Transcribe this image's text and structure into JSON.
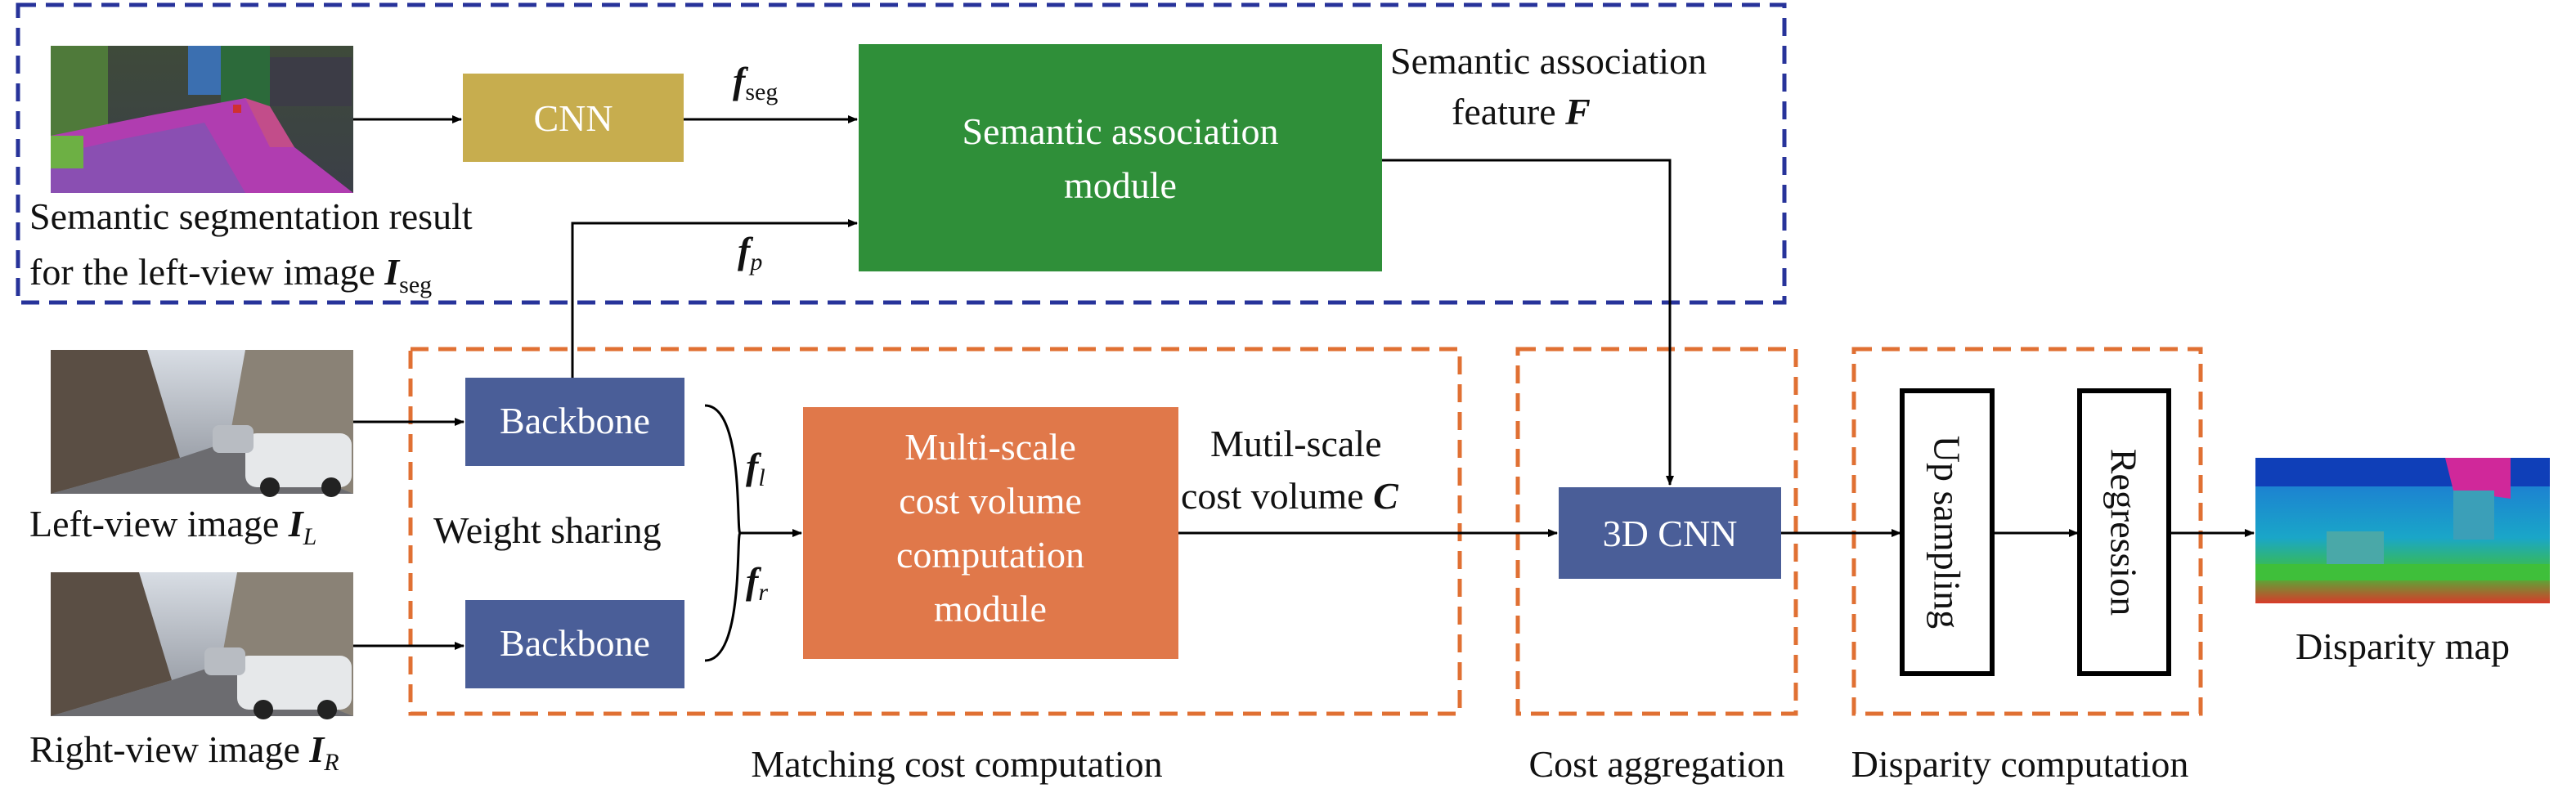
{
  "colors": {
    "blue_box": "#4a5e98",
    "cnn_box": "#c7ad4e",
    "green_box": "#2f8f39",
    "orange_box": "#e0784a",
    "blue_dash": "#27339a",
    "orange_dash": "#e07033",
    "line": "#000000"
  },
  "boxes": {
    "cnn": "CNN",
    "semantic_module": [
      "Semantic association",
      "module"
    ],
    "backbone_top": "Backbone",
    "backbone_bottom": "Backbone",
    "multiscale_module": [
      "Multi-scale",
      "cost volume",
      "computation",
      "module"
    ],
    "cnn3d": "3D CNN",
    "up_sampling": "Up sampling",
    "regression": "Regression"
  },
  "labels": {
    "seg_result_line1": "Semantic segmentation result",
    "seg_result_line2": "for the left-view image",
    "seg_symbol": "I",
    "seg_subscript": "seg",
    "f_seg_symbol": "f",
    "f_seg_subscript": "seg",
    "f_p_symbol": "f",
    "f_p_subscript": "p",
    "sem_feature_line1": "Semantic association",
    "sem_feature_line2": "feature",
    "sem_feature_symbol": "F",
    "left_view": "Left-view image",
    "left_symbol": "I",
    "left_subscript": "L",
    "right_view": "Right-view image",
    "right_symbol": "I",
    "right_subscript": "R",
    "weight_sharing": "Weight sharing",
    "f_l_symbol": "f",
    "f_l_subscript": "l",
    "f_r_symbol": "f",
    "f_r_subscript": "r",
    "cost_volume_line1": "Mutil-scale",
    "cost_volume_line2": "cost volume",
    "cost_volume_symbol": "C",
    "disparity_map": "Disparity map"
  },
  "sections": {
    "matching": "Matching cost computation",
    "aggregation": "Cost aggregation",
    "disparity": "Disparity computation"
  }
}
